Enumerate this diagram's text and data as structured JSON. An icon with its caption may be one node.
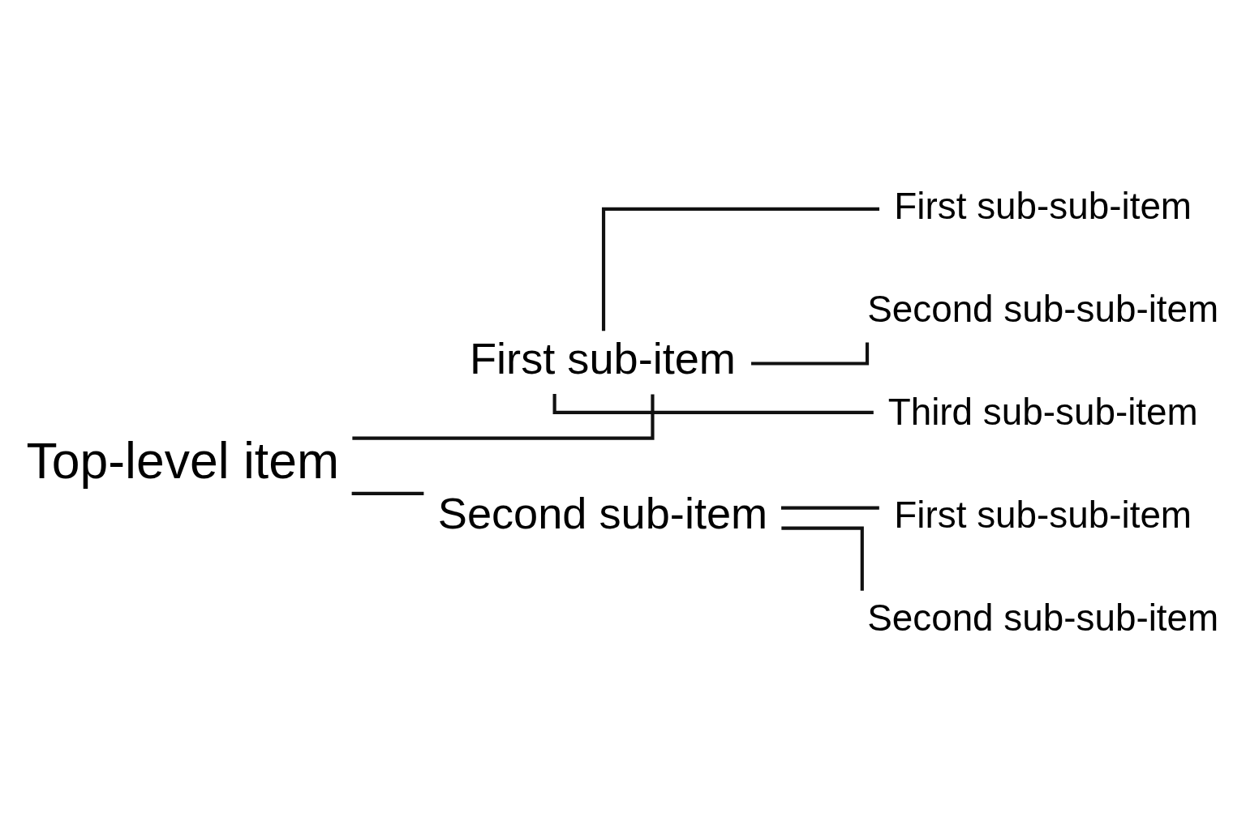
{
  "diagram": {
    "nodes": [
      {
        "text": [
          "Top-level item"
        ]
      },
      {
        "text": [
          "First sub-item"
        ]
      },
      {
        "text": [
          "First sub-sub-item"
        ]
      },
      {
        "text": [
          "Second sub-sub-item"
        ]
      },
      {
        "text": [
          "Third sub-sub-item"
        ]
      },
      {
        "text": [
          "Second sub-item"
        ]
      },
      {
        "text": [
          "First sub-sub-item"
        ]
      },
      {
        "text": [
          "Second sub-sub-item"
        ]
      }
    ],
    "edges": [
      {
        "from": 0,
        "to": 1,
        "arrow": "none"
      },
      {
        "from": 1,
        "to": 2,
        "arrow": "none"
      },
      {
        "from": 1,
        "to": 3,
        "arrow": "none"
      },
      {
        "from": 1,
        "to": 4,
        "arrow": "none"
      },
      {
        "from": 0,
        "to": 5,
        "arrow": "none"
      },
      {
        "from": 5,
        "to": 6,
        "arrow": "none"
      },
      {
        "from": 5,
        "to": 7,
        "arrow": "none"
      }
    ]
  }
}
